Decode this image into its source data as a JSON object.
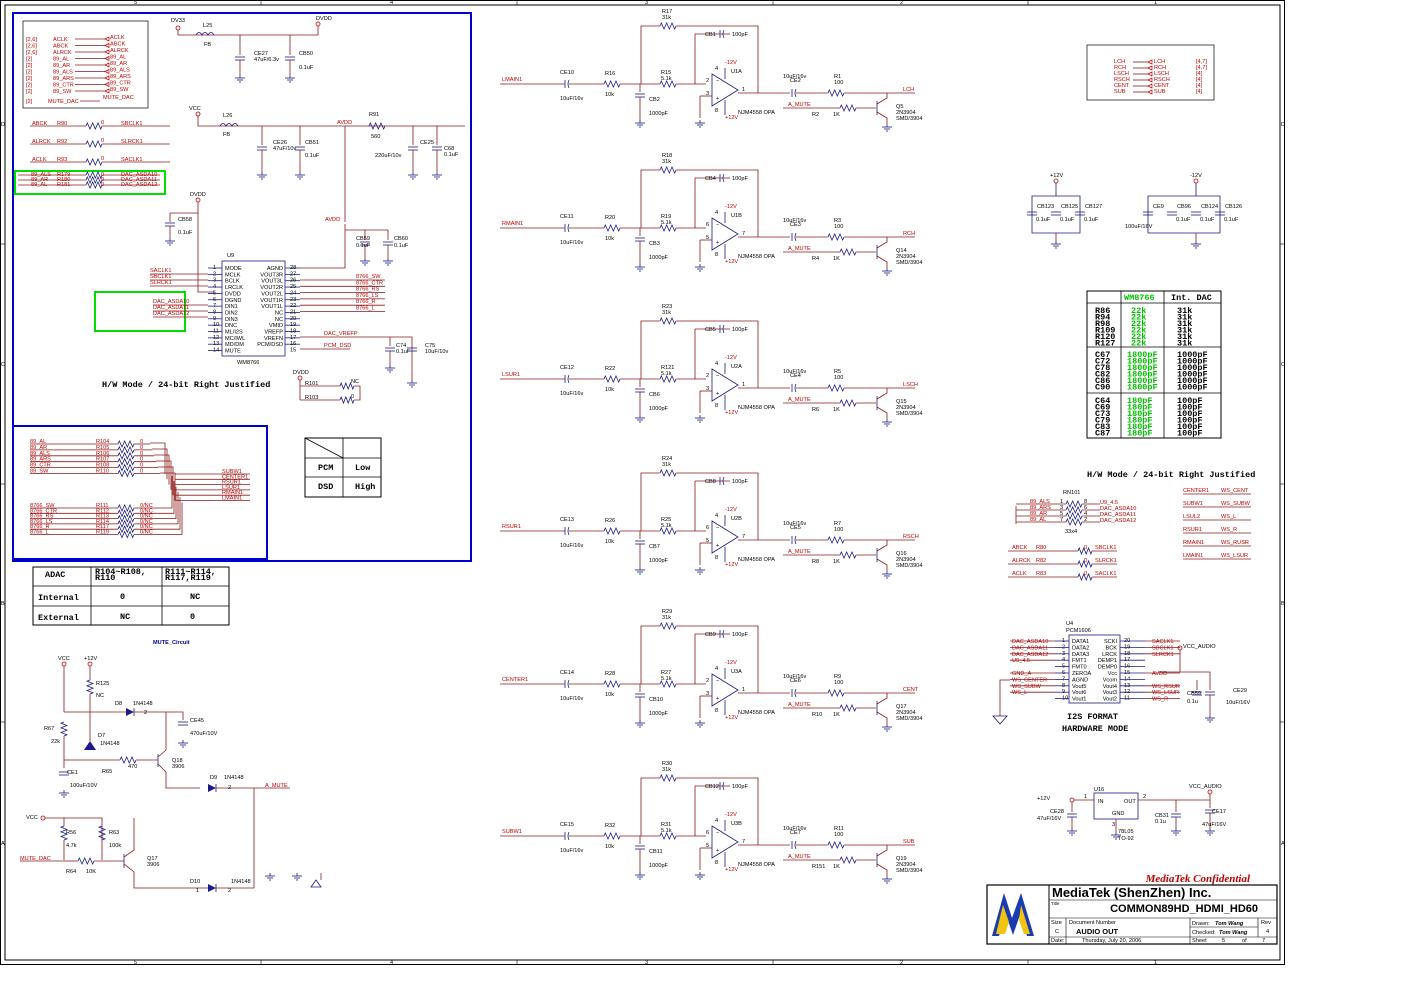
{
  "frame": {
    "col_labels": [
      "5",
      "4",
      "3",
      "2",
      "1"
    ],
    "row_labels": [
      "D",
      "C",
      "B",
      "A"
    ]
  },
  "title_block": {
    "confidential": "MediaTek Confidential",
    "company": "MediaTek (ShenZhen) Inc.",
    "project": "COMMON89HD_HDMI_HD60",
    "title_label": "Title",
    "size_label": "Size",
    "size": "C",
    "docnum_label": "Document Number",
    "doc": "AUDIO OUT",
    "rev_label": "Rev",
    "rev": "4",
    "drawn_label": "Drawn:",
    "drawn": "Tom Wang",
    "checked_label": "Checked:",
    "checked": "Tom Wang",
    "date_label": "Date:",
    "date": "Thursday, July 20, 2006",
    "sheet_label": "Sheet",
    "sheet": "5",
    "of_label": "of",
    "sheets": "7"
  },
  "dac": {
    "chip_ref": "U9",
    "chip_part": "WM8766",
    "pins_left": [
      "MODE",
      "MCLK",
      "BCLK",
      "LRCLK",
      "DVDD",
      "DGND",
      "DIN1",
      "DIN2",
      "DIN3",
      "DNC",
      "ML/I2S",
      "MC/IWL",
      "MD/DM",
      "MUTE"
    ],
    "pin_nums_left": [
      "1",
      "2",
      "3",
      "4",
      "5",
      "6",
      "7",
      "8",
      "9",
      "10",
      "11",
      "12",
      "13",
      "14"
    ],
    "pins_right": [
      "AGND",
      "VOUT3R",
      "VOUT3L",
      "VOUT2R",
      "VOUT2L",
      "VOUT1R",
      "VOUT1L",
      "NC",
      "NC",
      "VMID",
      "VREFP",
      "VREFN",
      "PCM/DSD"
    ],
    "pin_nums_right": [
      "28",
      "27",
      "26",
      "25",
      "24",
      "23",
      "22",
      "21",
      "20",
      "19",
      "18",
      "17",
      "16",
      "15"
    ],
    "in_nets": [
      "SACLK1",
      "SBCLK1",
      "SLRCK1"
    ],
    "asda_nets": [
      "DAC_ASDA10",
      "DAC_ASDA11",
      "DAC_ASDA12"
    ],
    "out_nets": [
      "8766_SW",
      "8766_CTR",
      "8766_RS",
      "8766_LS",
      "8766_R",
      "8766_L"
    ],
    "vref_net": "DAC_VREFP",
    "pcm_net": "PCM_DSD",
    "mode_caption": "H/W Mode / 24-bit Right Justified",
    "ports": [
      {
        "tag": "[2,6]",
        "net": "ACLK",
        "out": "ACLK"
      },
      {
        "tag": "[2,6]",
        "net": "ABCK",
        "out": "ABCK"
      },
      {
        "tag": "[2,6]",
        "net": "ALRCK",
        "out": "ALRCK"
      },
      {
        "tag": "[2]",
        "net": "89_AL",
        "out": "89_AL"
      },
      {
        "tag": "[2]",
        "net": "89_AR",
        "out": "89_AR"
      },
      {
        "tag": "[2]",
        "net": "89_ALS",
        "out": "89_ALS"
      },
      {
        "tag": "[2]",
        "net": "89_ARS",
        "out": "89_ARS"
      },
      {
        "tag": "[2]",
        "net": "89_CTR",
        "out": "89_CTR"
      },
      {
        "tag": "[2]",
        "net": "89_SW",
        "out": "89_SW"
      }
    ],
    "mute_port": {
      "tag": "[2]",
      "net": "MUTE_DAC",
      "out": "MUTE_DAC"
    },
    "clk_res": [
      {
        "net": "ABCK",
        "ref": "R90",
        "val": "0",
        "out": "SBCLK1"
      },
      {
        "net": "ALRCK",
        "ref": "R92",
        "val": "0",
        "out": "SLRCK1"
      },
      {
        "net": "ACLK",
        "ref": "R93",
        "val": "0",
        "out": "SACLK1"
      }
    ],
    "data_res": [
      {
        "net": "89_ALS",
        "ref": "R179",
        "val": "0",
        "out": "DAC_ASDA10"
      },
      {
        "net": "89_AR",
        "ref": "R180",
        "val": "0",
        "out": "DAC_ASDA11"
      },
      {
        "net": "89_AL",
        "ref": "R181",
        "val": "0",
        "out": "DAC_ASDA12"
      }
    ],
    "power": {
      "dv33": "DV33",
      "dvdd": "DVDD",
      "vcc": "VCC",
      "avdd": "AVDD",
      "l25": "L25",
      "fb": "FB",
      "l26": "L26",
      "ce27": "CE27",
      "ce27v": "47uF/6.3v",
      "c850": "CB50",
      "c850v": "0.1uF",
      "ce26": "CE26",
      "ce26v": "47uF/10v",
      "cb51": "CB51",
      "cb51v": "0.1uF",
      "r91": "R91",
      "r91v": "560",
      "ce25": "CE25",
      "ce25v": "220uF/10v",
      "c68": "C68",
      "c68v": "0.1uF",
      "cb58": "CB58",
      "cb58v": "0.1uF",
      "cb59": "CB59",
      "cb59v": "0.1uF",
      "cb60": "CB60",
      "cb60v": "0.1uF",
      "c74": "C74",
      "c74v": "0.1uF",
      "c75": "C75",
      "c75v": "10uF/10v",
      "r101": "R101",
      "r103": "R103",
      "nc": "NC",
      "zero": "0"
    }
  },
  "mux": {
    "inputs": [
      {
        "net": "89_AL",
        "ref": "R104",
        "val": "0"
      },
      {
        "net": "89_AR",
        "ref": "R105",
        "val": "0"
      },
      {
        "net": "89_ALS",
        "ref": "R106",
        "val": "0"
      },
      {
        "net": "89_ARS",
        "ref": "R107",
        "val": "0"
      },
      {
        "net": "89_CTR",
        "ref": "R108",
        "val": "0"
      },
      {
        "net": "89_SW",
        "ref": "R110",
        "val": "0"
      },
      {
        "net": "8766_SW",
        "ref": "R111",
        "val": "0/NC"
      },
      {
        "net": "8766_CTR",
        "ref": "R112",
        "val": "0/NC"
      },
      {
        "net": "8766_RS",
        "ref": "R113",
        "val": "0/NC"
      },
      {
        "net": "8766_LS",
        "ref": "R114",
        "val": "0/NC"
      },
      {
        "net": "8766_R",
        "ref": "R117",
        "val": "0/NC"
      },
      {
        "net": "8766_L",
        "ref": "R119",
        "val": "0/NC"
      }
    ],
    "outputs": [
      "SUBW1",
      "CENTER1",
      "RSUR1",
      "LSUR1",
      "RMAIN1",
      "LMAIN1"
    ]
  },
  "pcm_table": {
    "rows": [
      [
        "PCM",
        "Low"
      ],
      [
        "DSD",
        "High"
      ]
    ]
  },
  "adac_table": {
    "head": [
      "ADAC",
      "R104~R108,\nR110",
      "R111~R114,\nR117,R119"
    ],
    "rows": [
      [
        "Internal",
        "0",
        "NC"
      ],
      [
        "External",
        "NC",
        "0"
      ]
    ]
  },
  "mute": {
    "title": "MUTE_Circuit",
    "vcc": "VCC",
    "v12": "+12V",
    "r125": "R125",
    "nc": "NC",
    "d8": "D8",
    "d8p": "1N4148",
    "ce45": "CE45",
    "ce45v": "470uF/10V",
    "r67": "R67",
    "r67v": "22k",
    "d7": "D7",
    "d7p": "1N4148",
    "ce1": "CE1",
    "ce1v": "100uF/10V",
    "r65": "R65",
    "r65v": "470",
    "q18": "Q18",
    "q18p": "3906",
    "d9": "D9",
    "d9p": "1N4148",
    "amute": "A_MUTE",
    "r56": "R56",
    "r56v": "4.7k",
    "r63": "R63",
    "r63v": "100k",
    "q17": "Q17",
    "q17p": "3906",
    "mutedac": "MUTE_DAC",
    "r64": "R64",
    "r64v": "10K",
    "d10": "D10",
    "d10p": "1N4148",
    "two": "2",
    "one": "1"
  },
  "channels": [
    {
      "in": "LMAIN1",
      "ce": "CE10",
      "r_in": "R16",
      "c_sh": "CB2",
      "rf": "R17",
      "rg": "R15",
      "cf": "CB1",
      "u": "U1A",
      "ce_out": "CE2",
      "r_out": "R1",
      "r_b": "R2",
      "q": "Q5",
      "out": "LCH",
      "pins": [
        "2",
        "3",
        "1"
      ]
    },
    {
      "in": "RMAIN1",
      "ce": "CE11",
      "r_in": "R20",
      "c_sh": "CB3",
      "rf": "R18",
      "rg": "R19",
      "cf": "CB4",
      "u": "U1B",
      "ce_out": "CE3",
      "r_out": "R3",
      "r_b": "R4",
      "q": "Q14",
      "out": "RCH",
      "pins": [
        "6",
        "5",
        "7"
      ]
    },
    {
      "in": "LSUR1",
      "ce": "CE12",
      "r_in": "R22",
      "c_sh": "CB6",
      "rf": "R23",
      "rg": "R121",
      "cf": "CB5",
      "u": "U2A",
      "ce_out": "CE4",
      "r_out": "R5",
      "r_b": "R6",
      "q": "Q15",
      "out": "LSCH",
      "pins": [
        "2",
        "3",
        "1"
      ]
    },
    {
      "in": "RSUR1",
      "ce": "CE13",
      "r_in": "R26",
      "c_sh": "CB7",
      "rf": "R24",
      "rg": "R25",
      "cf": "CB8",
      "u": "U2B",
      "ce_out": "CE5",
      "r_out": "R7",
      "r_b": "R8",
      "q": "Q16",
      "out": "RSCH",
      "pins": [
        "6",
        "5",
        "7"
      ]
    },
    {
      "in": "CENTER1",
      "ce": "CE14",
      "r_in": "R28",
      "c_sh": "CB10",
      "rf": "R29",
      "rg": "R27",
      "cf": "CB9",
      "u": "U3A",
      "ce_out": "CE6",
      "r_out": "R9",
      "r_b": "R10",
      "q": "Q17",
      "out": "CENT",
      "pins": [
        "2",
        "3",
        "1"
      ]
    },
    {
      "in": "SUBW1",
      "ce": "CE15",
      "r_in": "R32",
      "c_sh": "CB11",
      "rf": "R30",
      "rg": "R31",
      "cf": "CB12",
      "u": "U3B",
      "ce_out": "CE7",
      "r_out": "R11",
      "r_b": "R151",
      "q": "Q19",
      "out": "SUB",
      "pins": [
        "6",
        "5",
        "7"
      ]
    }
  ],
  "channel_values": {
    "ce": "10uF/16v",
    "r_in": "10k",
    "c_sh": "1000pF",
    "rf": "31k",
    "rg": "5.1k",
    "cf": "100pF",
    "opa": "NJM4558 OPA",
    "vneg": "-12V",
    "vpos": "+12V",
    "ce_out": "10uF/16v",
    "r_out": "100",
    "r_b": "1K",
    "amute": "A_MUTE",
    "q_part": "2N3904",
    "q_pkg": "SMD/3904",
    "four": "4",
    "eight": "8"
  },
  "out_ports": [
    {
      "net": "LCH",
      "out": "LCH",
      "tag": "[4,7]"
    },
    {
      "net": "RCH",
      "out": "RCH",
      "tag": "[4,7]"
    },
    {
      "net": "LSCH",
      "out": "LSCH",
      "tag": "[4]"
    },
    {
      "net": "RSCH",
      "out": "RSCH",
      "tag": "[4]"
    },
    {
      "net": "CENT",
      "out": "CENT",
      "tag": "[4]"
    },
    {
      "net": "SUB",
      "out": "SUB",
      "tag": "[4]"
    }
  ],
  "decoupling": {
    "plus": {
      "rail": "+12V",
      "caps": [
        {
          "ref": "CB123",
          "val": "0.1uF"
        },
        {
          "ref": "CB125",
          "val": "0.1uF"
        },
        {
          "ref": "CB127",
          "val": "0.1uF"
        }
      ]
    },
    "minus": {
      "rail": "-12V",
      "caps": [
        {
          "ref": "CE9",
          "val": "100uF/16V"
        },
        {
          "ref": "CB96",
          "val": "0.1uF"
        },
        {
          "ref": "CB124",
          "val": "0.1uF"
        },
        {
          "ref": "CB126",
          "val": "0.1uF"
        }
      ]
    }
  },
  "comp_table": {
    "head": [
      "",
      "WM8766",
      "Int. DAC"
    ],
    "groups": [
      {
        "refs": [
          "R86",
          "R94",
          "R98",
          "R109",
          "R120",
          "R127"
        ],
        "wm": [
          "22k",
          "22k",
          "22k",
          "22k",
          "22k",
          "22k"
        ],
        "dac": [
          "31k",
          "31k",
          "31k",
          "31k",
          "31k",
          "31k"
        ]
      },
      {
        "refs": [
          "C67",
          "C72",
          "C78",
          "C82",
          "C86",
          "C90"
        ],
        "wm": [
          "1800pF",
          "1800pF",
          "1800pF",
          "1800pF",
          "1800pF",
          "1800pF"
        ],
        "dac": [
          "1000pF",
          "1000pF",
          "1000pF",
          "1000pF",
          "1000pF",
          "1000pF"
        ]
      },
      {
        "refs": [
          "C64",
          "C69",
          "C73",
          "C79",
          "C83",
          "C87"
        ],
        "wm": [
          "180pF",
          "180pF",
          "180pF",
          "180pF",
          "180pF",
          "180pF"
        ],
        "dac": [
          "100pF",
          "100pF",
          "100pF",
          "100pF",
          "100pF",
          "100pF"
        ]
      }
    ]
  },
  "i2s": {
    "caption": "H/W Mode / 24-bit Right Justified",
    "rn_ref": "RN101",
    "rn_val": "33x4",
    "rn_rows": [
      {
        "net": "89_ALS",
        "pa": "1",
        "pb": "8",
        "out": "U9_4.5"
      },
      {
        "net": "89_ARS",
        "pa": "3",
        "pb": "6",
        "out": "DAC_ASDA10"
      },
      {
        "net": "89_AR",
        "pa": "5",
        "pb": "4",
        "out": "DAC_ASDA11"
      },
      {
        "net": "89_AL",
        "pa": "7",
        "pb": "2",
        "out": "DAC_ASDA12"
      }
    ],
    "clk_rows": [
      {
        "net": "ABCK",
        "ref": "R80",
        "val": "0",
        "out": "SBCLK1"
      },
      {
        "net": "ALRCK",
        "ref": "R82",
        "val": "0",
        "out": "SLRCK1"
      },
      {
        "net": "ACLK",
        "ref": "R83",
        "val": "0",
        "out": "SACLK1"
      }
    ],
    "map": [
      [
        "CENTER1",
        "WS_CENT"
      ],
      [
        "SUBW1",
        "WS_SUBW"
      ],
      [
        "LSUL2",
        "WS_L"
      ],
      [
        "RSUR1",
        "WS_R"
      ],
      [
        "RMAIN1",
        "WS_RUSR"
      ],
      [
        "LMAIN1",
        "WS_LSUR"
      ]
    ],
    "chip_ref": "U4",
    "chip_part": "PCM1606",
    "left_pins": [
      "DATA1",
      "DATA2",
      "DATA3",
      "FMT1",
      "FMT0",
      "ZEROA",
      "AGND",
      "Vout5",
      "Vout6",
      "Vout1"
    ],
    "left_nums": [
      "1",
      "2",
      "3",
      "4",
      "5",
      "6",
      "7",
      "8",
      "9",
      "10"
    ],
    "right_pins": [
      "SCKI",
      "BCK",
      "LRCK",
      "DEMP1",
      "DEMP0",
      "Vcc",
      "Vcom",
      "Vout4",
      "Vout3",
      "Vout2"
    ],
    "right_nums": [
      "20",
      "19",
      "18",
      "17",
      "16",
      "15",
      "14",
      "13",
      "12",
      "11"
    ],
    "left_nets": [
      "DAC_ASDA10",
      "DAC_ASDA11",
      "DAC_ASDA12",
      "U9_4.5",
      "",
      "GND_A",
      "WS_CENTER",
      "WS_SUBW",
      "WS_L",
      ""
    ],
    "right_nets": [
      "SACLK1",
      "SBCLK1",
      "SLRCK1",
      "",
      "",
      "AVDD",
      "",
      "WS_RSUR",
      "WS_LSUR",
      "WS_R"
    ],
    "vcc": "VCC_AUDIO",
    "cb59": "CB59",
    "cb59v": "0.1u",
    "ce29": "CE29",
    "ce29v": "10uF/16V",
    "format": "I2S FORMAT",
    "hwmode": "HARDWARE MODE"
  },
  "reg": {
    "ref": "U16",
    "part": "78L05",
    "pkg": "TO-92",
    "in": "IN",
    "out": "OUT",
    "gnd": "GND",
    "p1": "1",
    "p2": "2",
    "p3": "3",
    "vin": "+12V",
    "vout": "VCC_AUDIO",
    "ce28": "CE28",
    "ce28v": "47uF/16V",
    "cb31": "CB31",
    "cb31v": "0.1u",
    "ce17": "CE17",
    "ce17v": "47uF/16V"
  }
}
